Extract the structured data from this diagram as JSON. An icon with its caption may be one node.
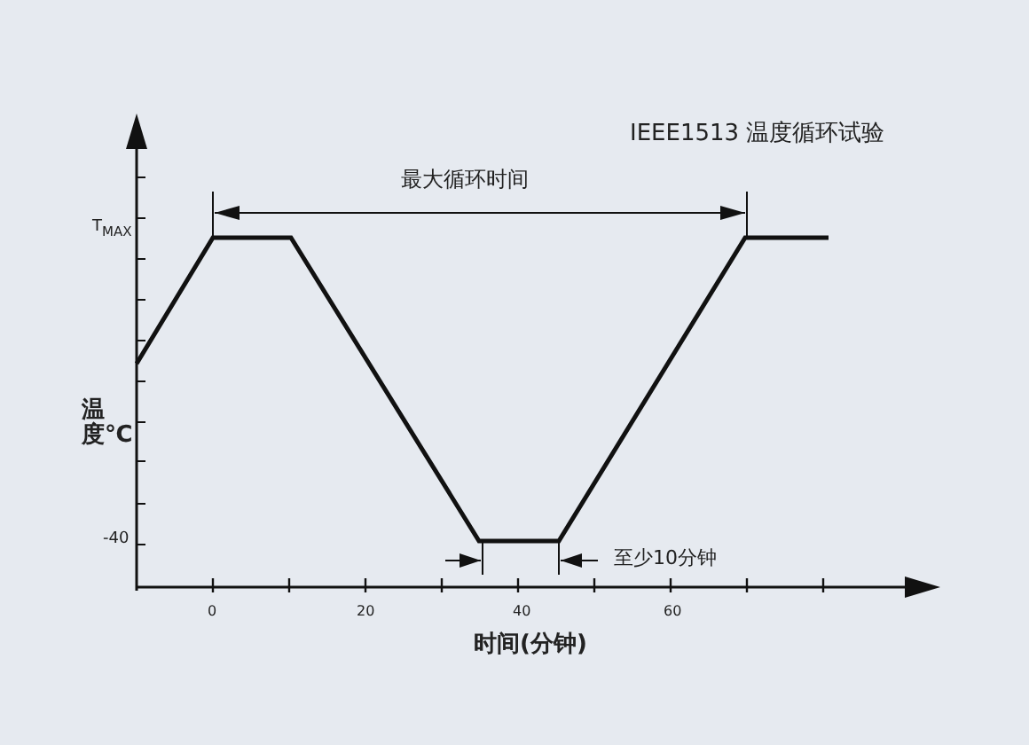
{
  "diagram": {
    "title": "IEEE1513 温度循环试验",
    "labels": [
      "最大循环时间",
      "T$_{MAX}$",
      "温度℃",
      "-40",
      "至少10分钟",
      "0",
      "20",
      "40",
      "60",
      "时间(分钟)"
    ]
  }
}
